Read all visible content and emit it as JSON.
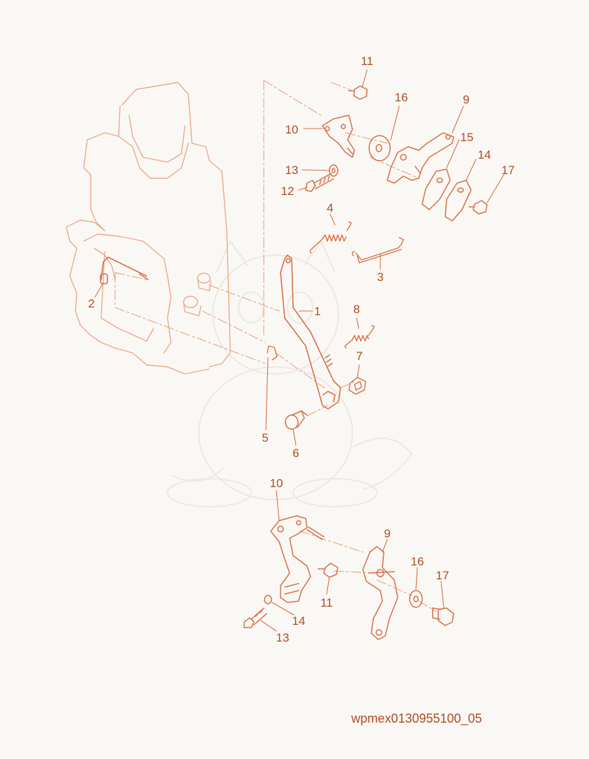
{
  "colors": {
    "background": "#faf8f5",
    "line": "#d96e45",
    "line_light": "#e9a98c",
    "text": "#b04a22",
    "watermark": "#ece8e2"
  },
  "callouts": {
    "c11_top": "11",
    "c16_top": "16",
    "c9_top": "9",
    "c10_top": "10",
    "c15": "15",
    "c14_top": "14",
    "c17_top": "17",
    "c13_top": "13",
    "c12": "12",
    "c4": "4",
    "c3": "3",
    "c1": "1",
    "c2": "2",
    "c8": "8",
    "c7": "7",
    "c5": "5",
    "c6": "6",
    "c10_bottom": "10",
    "c9_bottom": "9",
    "c16_bottom": "16",
    "c17_bottom": "17",
    "c11_bottom": "11",
    "c14_bottom": "14",
    "c13_bottom": "13"
  },
  "image_code": "wpmex0130955100_05"
}
